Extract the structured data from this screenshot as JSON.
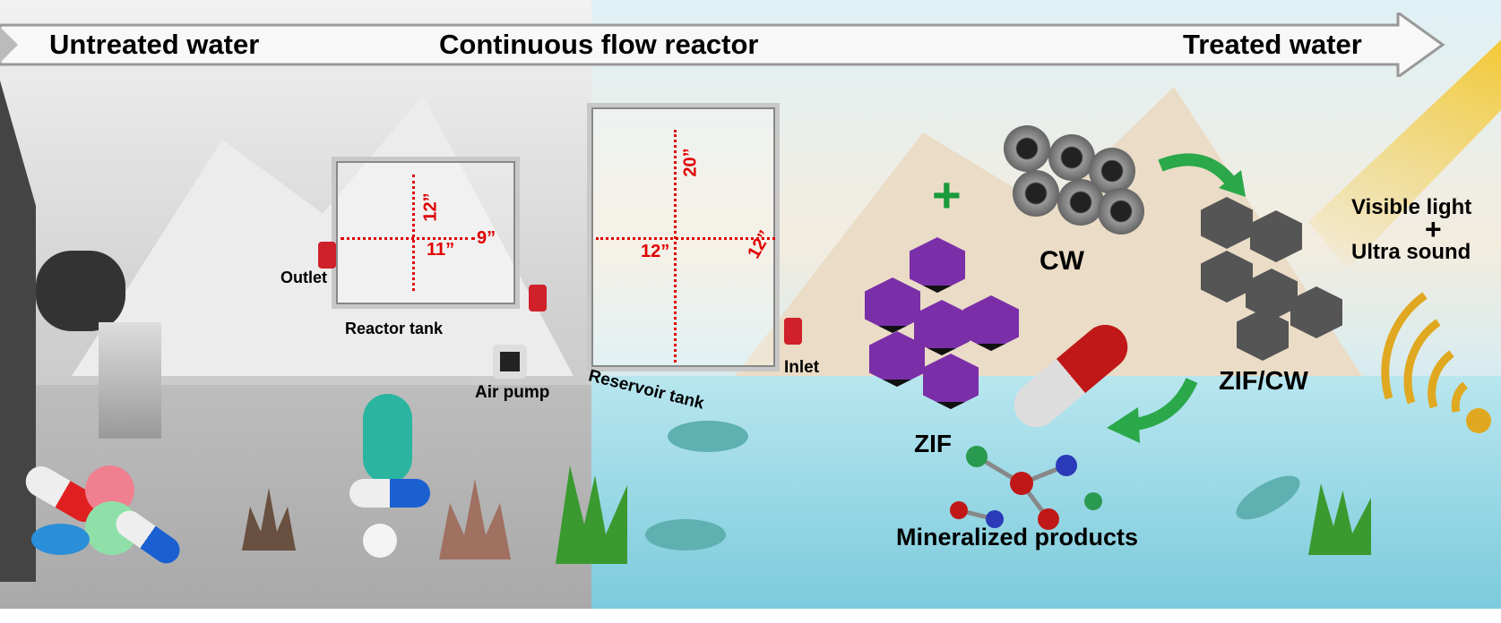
{
  "banner": {
    "left": "Untreated water",
    "center": "Continuous flow reactor",
    "right": "Treated water"
  },
  "reactor": {
    "outlet": "Outlet",
    "name": "Reactor tank",
    "air_pump": "Air pump",
    "height": "12”",
    "width": "11”",
    "depth": "9”"
  },
  "reservoir": {
    "name": "Reservoir tank",
    "inlet": "Inlet",
    "height": "20”",
    "width": "12”",
    "depth": "12”"
  },
  "materials": {
    "zif": "ZIF",
    "cw": "CW",
    "composite": "ZIF/CW",
    "plus": "+"
  },
  "energy": {
    "light": "Visible light",
    "plus": "+",
    "sound": "Ultra sound"
  },
  "products": "Mineralized products",
  "colors": {
    "arrow": "#2aa84a",
    "dimension": "#e00000",
    "zif": "#7a2fa8"
  }
}
